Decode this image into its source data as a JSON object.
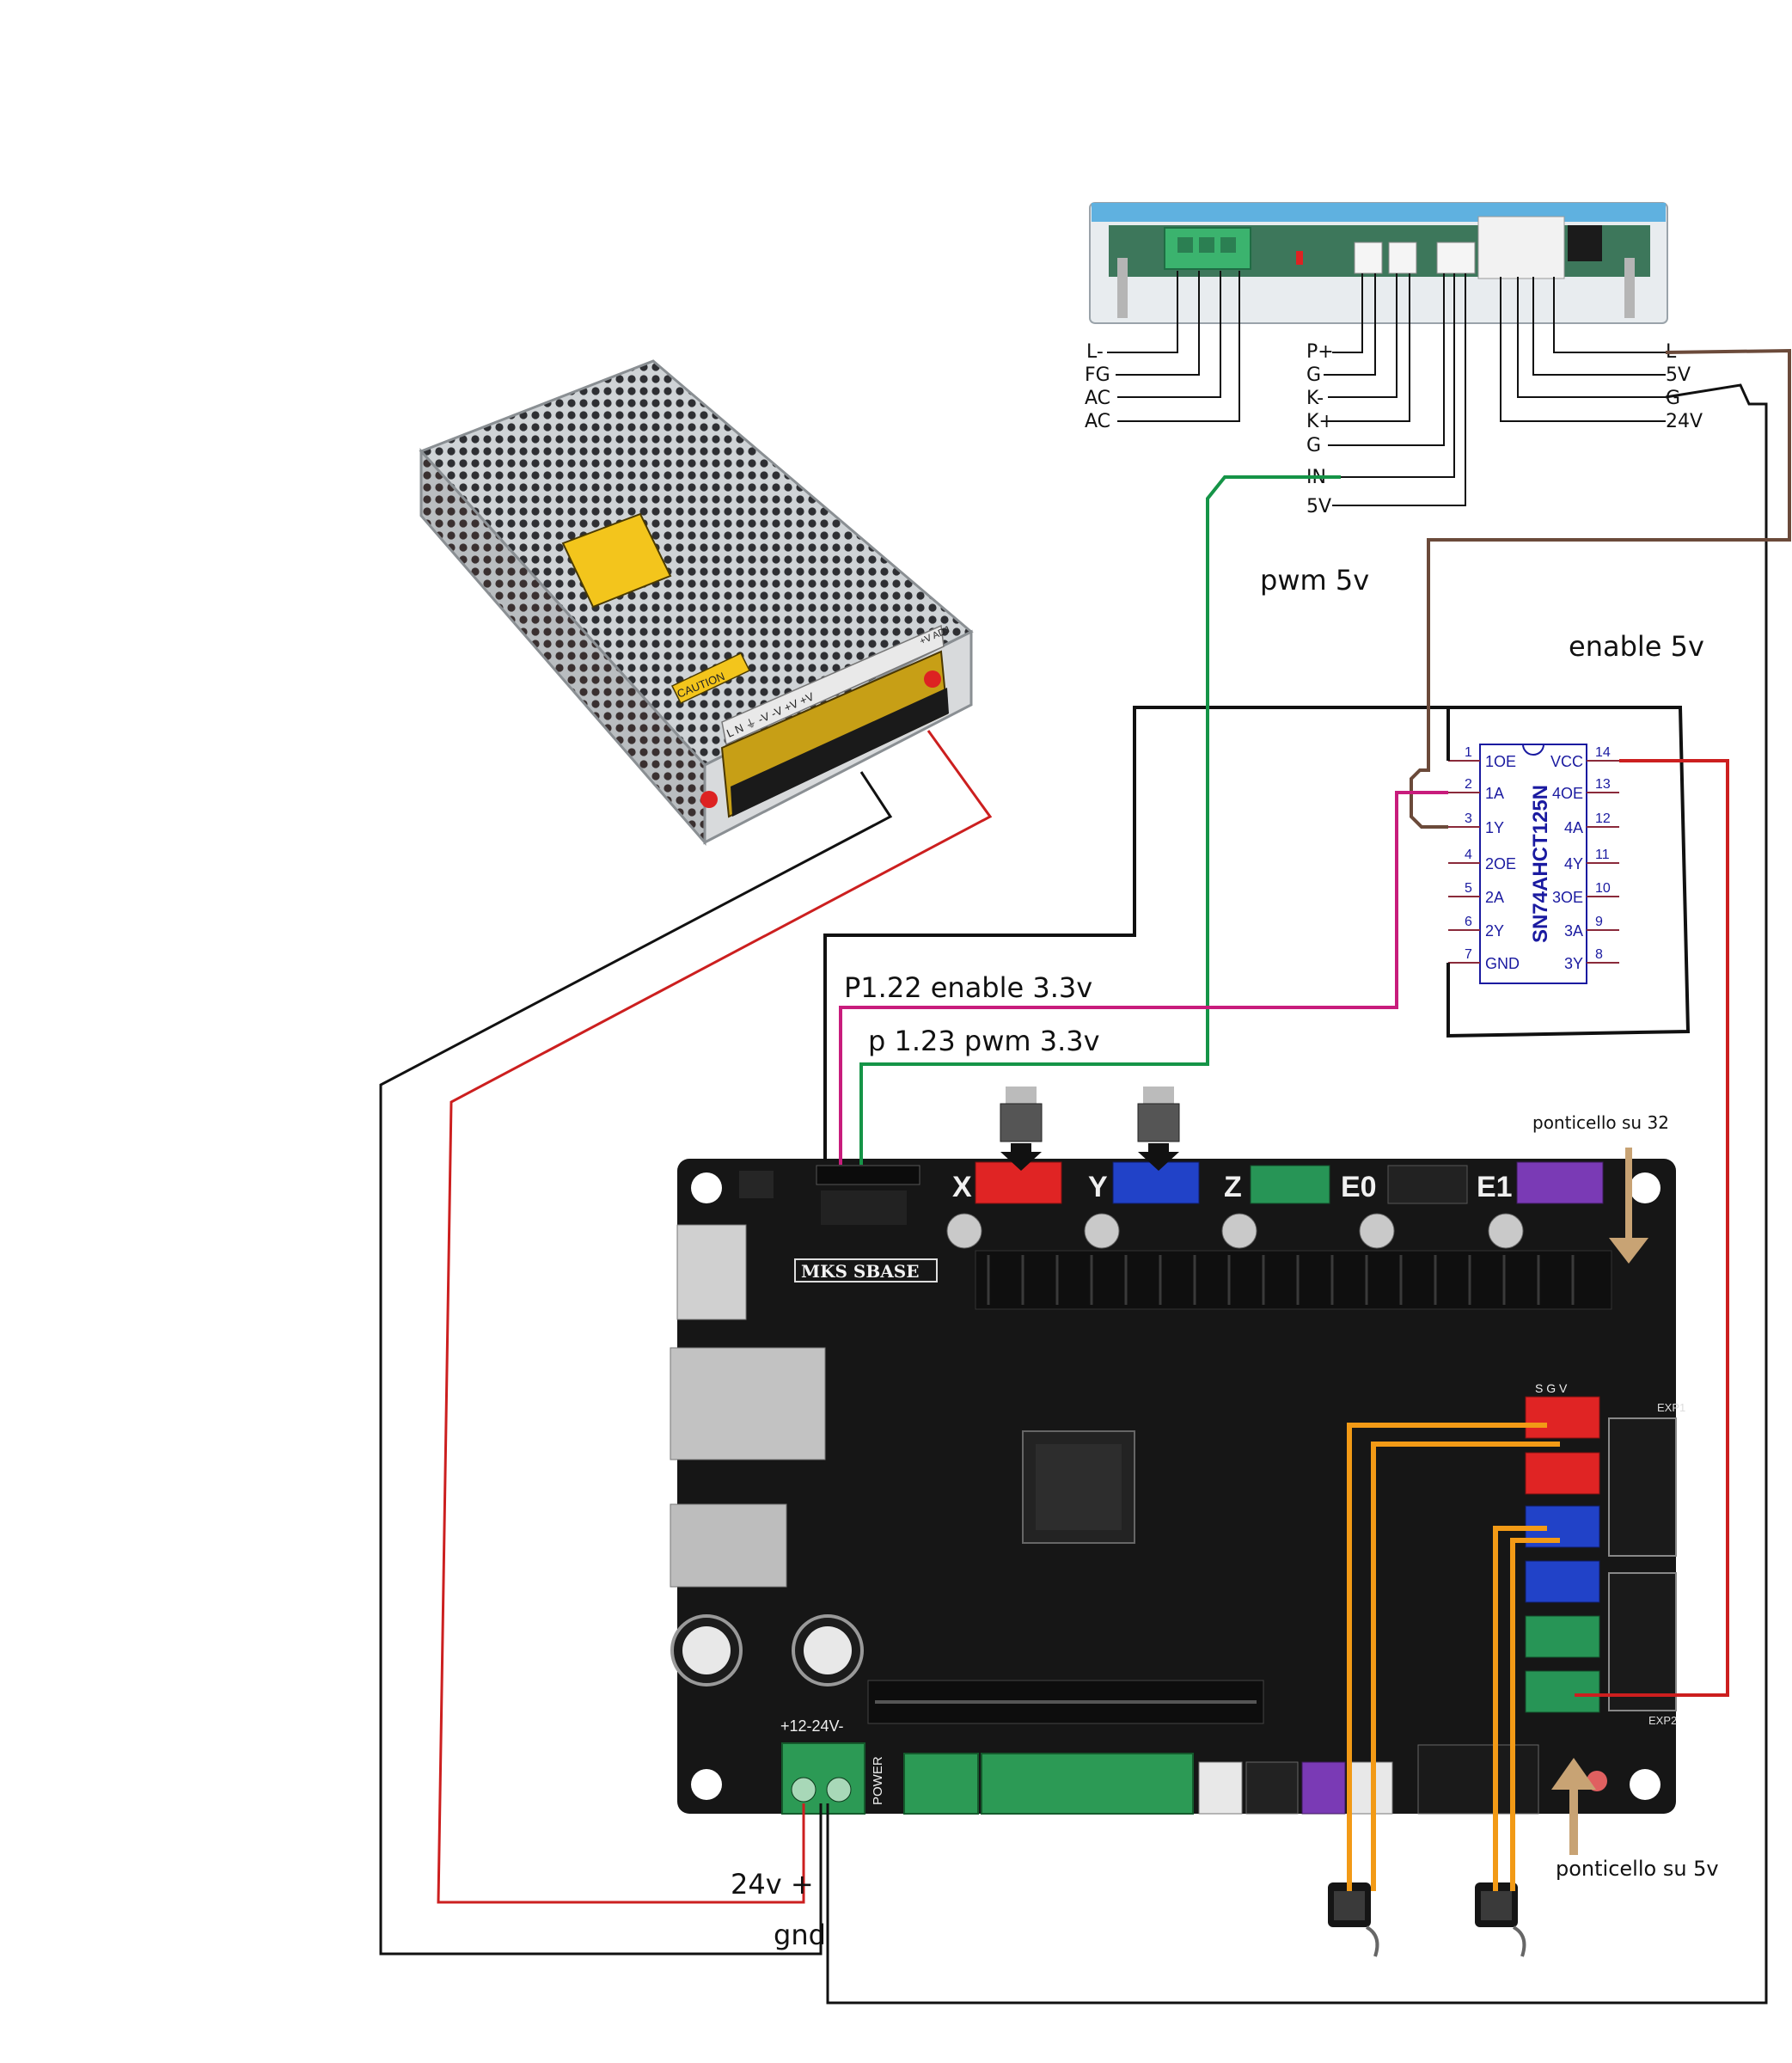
{
  "laser_driver": {
    "left_terminals": [
      "L-",
      "FG",
      "AC",
      "AC"
    ],
    "mid_terminals": [
      "P+",
      "G",
      "K-",
      "K+",
      "G",
      "IN",
      "5V"
    ],
    "right_terminals": [
      "L",
      "5V",
      "G",
      "24V"
    ]
  },
  "labels": {
    "pwm_5v": "pwm 5v",
    "enable_5v": "enable 5v",
    "p122": "P1.22 enable 3.3v",
    "p123": "p 1.23 pwm 3.3v",
    "jumper_32": "ponticello su 32",
    "jumper_5v": "ponticello su 5v",
    "v24": "24v +",
    "gnd": "gnd"
  },
  "chip": {
    "name": "SN74AHCT125N",
    "left_pins": [
      {
        "num": "1",
        "name": "1OE"
      },
      {
        "num": "2",
        "name": "1A"
      },
      {
        "num": "3",
        "name": "1Y"
      },
      {
        "num": "4",
        "name": "2OE"
      },
      {
        "num": "5",
        "name": "2A"
      },
      {
        "num": "6",
        "name": "2Y"
      },
      {
        "num": "7",
        "name": "GND"
      }
    ],
    "right_pins": [
      {
        "num": "14",
        "name": "VCC"
      },
      {
        "num": "13",
        "name": "4OE"
      },
      {
        "num": "12",
        "name": "4A"
      },
      {
        "num": "11",
        "name": "4Y"
      },
      {
        "num": "10",
        "name": "3OE"
      },
      {
        "num": "9",
        "name": "3A"
      },
      {
        "num": "8",
        "name": "3Y"
      }
    ]
  },
  "board": {
    "logo": "MKS SBASE",
    "axes": [
      "X",
      "Y",
      "Z",
      "E0",
      "E1"
    ],
    "power_label": "+12-24V-",
    "power_text": "POWER",
    "sgv": "S G V",
    "exp1": "EXP1",
    "exp2": "EXP2"
  },
  "psu": {
    "caution": "CAUTION",
    "terminals": "L N ⏚ -V -V +V +V",
    "adj": "+V ADJ"
  },
  "wire_colors": {
    "black": "#111111",
    "red": "#cc1f1f",
    "green": "#159447",
    "brown": "#6b4a3a",
    "magenta": "#c81c7c",
    "orange": "#f29a16",
    "tan": "#c8a374"
  }
}
